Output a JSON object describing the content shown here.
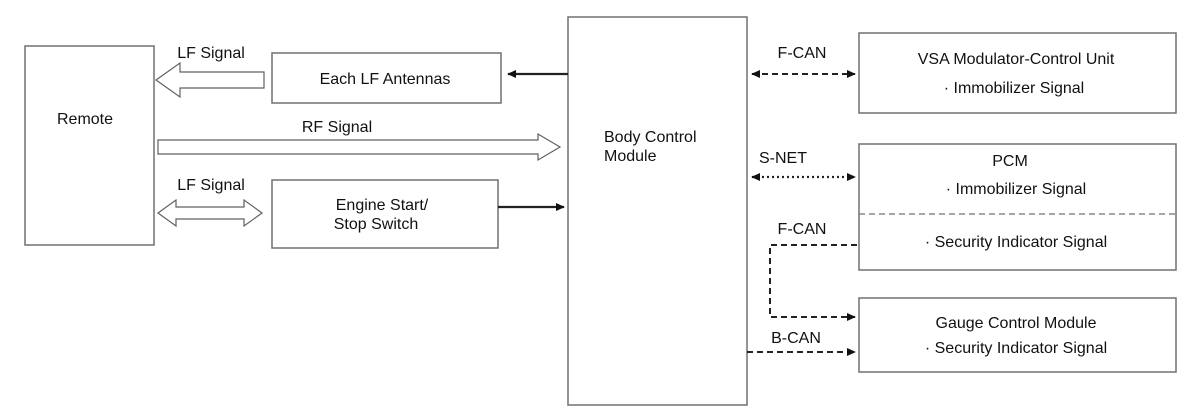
{
  "blocks": {
    "remote": "Remote",
    "lf_antennas": "Each LF Antennas",
    "start_stop_line1": "Engine Start/",
    "start_stop_line2": "Stop Switch",
    "bcm_line1": "Body Control",
    "bcm_line2": "Module",
    "vsa_title": "VSA Modulator-Control Unit",
    "vsa_signal": "· Immobilizer Signal",
    "pcm_title": "PCM",
    "pcm_signal1": "· Immobilizer Signal",
    "pcm_signal2": "· Security Indicator Signal",
    "gauge_title": "Gauge Control Module",
    "gauge_signal": "· Security Indicator Signal"
  },
  "signals": {
    "lf_top": "LF Signal",
    "rf": "RF Signal",
    "lf_bottom": "LF Signal",
    "fcan_vsa": "F-CAN",
    "snet_pcm": "S-NET",
    "fcan_gauge": "F-CAN",
    "bcan_gauge": "B-CAN"
  }
}
